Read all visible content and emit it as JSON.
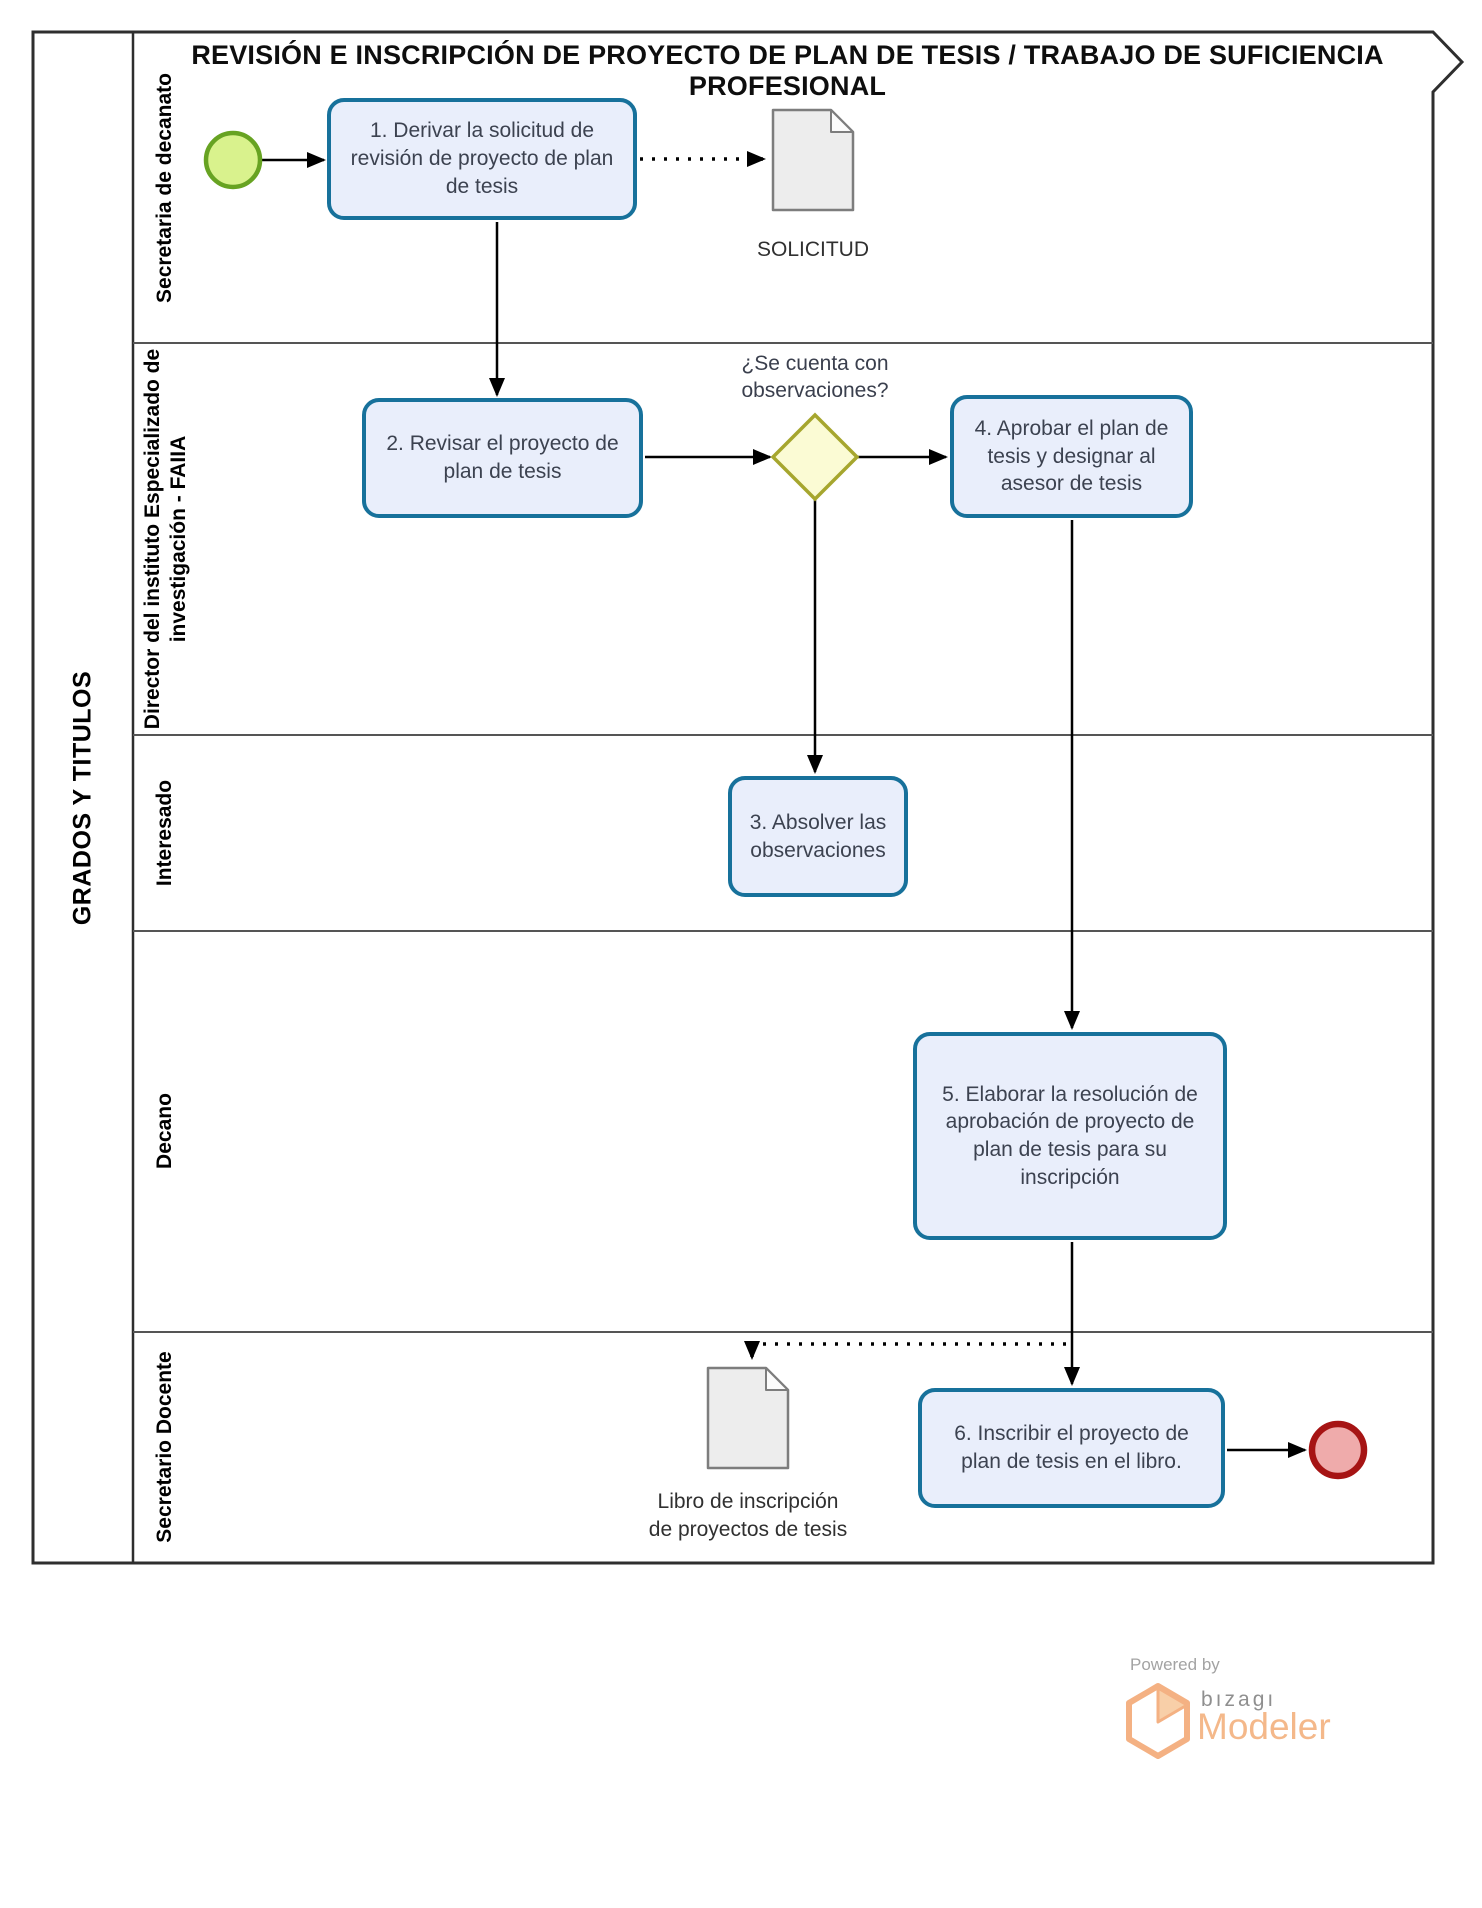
{
  "title": "REVISIÓN E INSCRIPCIÓN DE PROYECTO DE PLAN DE TESIS / TRABAJO DE SUFICIENCIA PROFESIONAL",
  "pool": {
    "label": "GRADOS Y TITULOS"
  },
  "lanes": [
    {
      "label": "Secretaria de decanato"
    },
    {
      "label": "Director del instituto Especializado de\ninvestigación - FAIIA"
    },
    {
      "label": "Interesado"
    },
    {
      "label": "Decano"
    },
    {
      "label": "Secretario Docente"
    }
  ],
  "nodes": {
    "task1": {
      "label": "1. Derivar la solicitud de revisión de proyecto de plan de tesis"
    },
    "task2": {
      "label": "2. Revisar el proyecto de plan de tesis"
    },
    "task3": {
      "label": "3. Absolver las observaciones"
    },
    "task4": {
      "label": "4. Aprobar el plan de tesis y designar al asesor de tesis"
    },
    "task5": {
      "label": "5. Elaborar la resolución de aprobación de proyecto de plan de tesis para su inscripción"
    },
    "task6": {
      "label": "6. Inscribir el proyecto de plan de tesis en el libro."
    },
    "gateway": {
      "label": "¿Se cuenta con\nobservaciones?"
    }
  },
  "documents": [
    {
      "label": "SOLICITUD"
    },
    {
      "label": "Libro de inscripción\nde proyectos de tesis"
    }
  ],
  "branding": {
    "powered_by": "Powered by",
    "brand": "bızagı",
    "product": "Modeler"
  },
  "colors": {
    "task_fill": "#e9eefb",
    "task_border": "#17719b",
    "start_fill": "#d9f28d",
    "start_border": "#67a322",
    "end_fill": "#efabab",
    "end_border": "#a61414",
    "gateway_fill": "#fbfbd4",
    "gateway_border": "#a6a62e",
    "document_fill": "#ededed",
    "document_border": "#7d7d7d",
    "brand_orange": "#f4b183"
  }
}
